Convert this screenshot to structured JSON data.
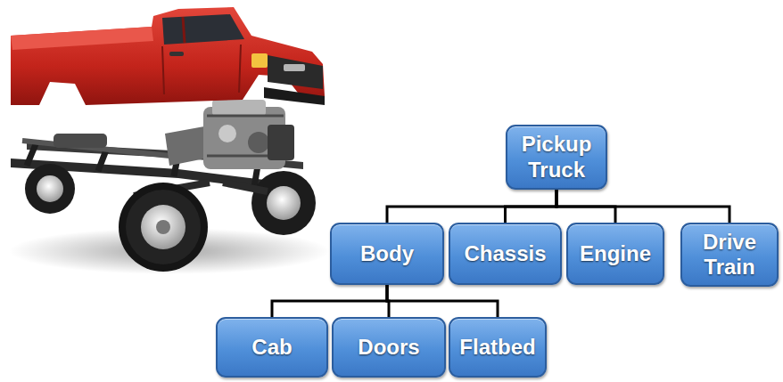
{
  "diagram": {
    "nodes": [
      {
        "text": [
          "Pickup Truck"
        ]
      },
      {
        "text": [
          "Body"
        ]
      },
      {
        "text": [
          "Chassis"
        ]
      },
      {
        "text": [
          "Engine"
        ]
      },
      {
        "text": [
          "Drive Train"
        ]
      },
      {
        "text": [
          "Cab"
        ]
      },
      {
        "text": [
          "Doors"
        ]
      },
      {
        "text": [
          "Flatbed"
        ]
      }
    ],
    "edges": [
      {
        "from": 0,
        "to": 1,
        "arrow": "none"
      },
      {
        "from": 0,
        "to": 2,
        "arrow": "none"
      },
      {
        "from": 0,
        "to": 3,
        "arrow": "none"
      },
      {
        "from": 0,
        "to": 4,
        "arrow": "none"
      },
      {
        "from": 1,
        "to": 5,
        "arrow": "none"
      },
      {
        "from": 1,
        "to": 6,
        "arrow": "none"
      },
      {
        "from": 1,
        "to": 7,
        "arrow": "none"
      }
    ]
  }
}
